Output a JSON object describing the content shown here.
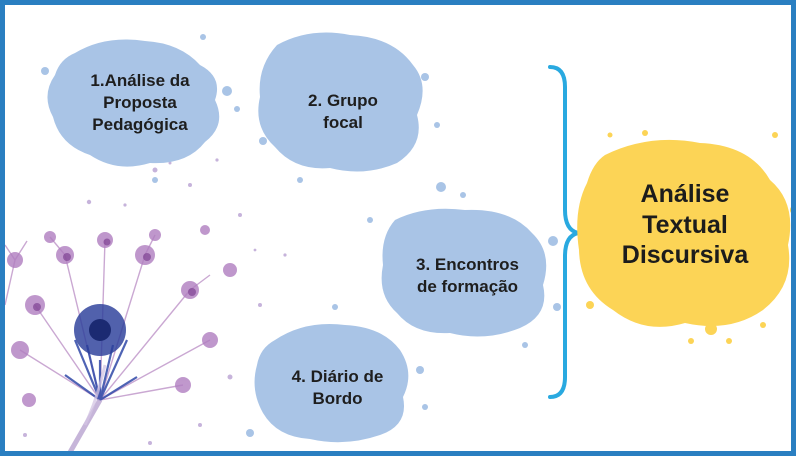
{
  "steps": [
    {
      "label": "1.Análise da\nProposta\nPedagógica"
    },
    {
      "label": "2. Grupo\nfocal"
    },
    {
      "label": "3. Encontros\nde formação"
    },
    {
      "label": "4. Diário de\nBordo"
    }
  ],
  "result": {
    "label": "Análise\nTextual\nDiscursiva"
  },
  "colors": {
    "frame": "#2a7fc1",
    "splash_blue": "#a9c4e6",
    "splash_yellow": "#fcd456",
    "brace": "#29a9e0",
    "flower_purple": "#9b5fa6",
    "flower_blue": "#2d3f9c"
  }
}
